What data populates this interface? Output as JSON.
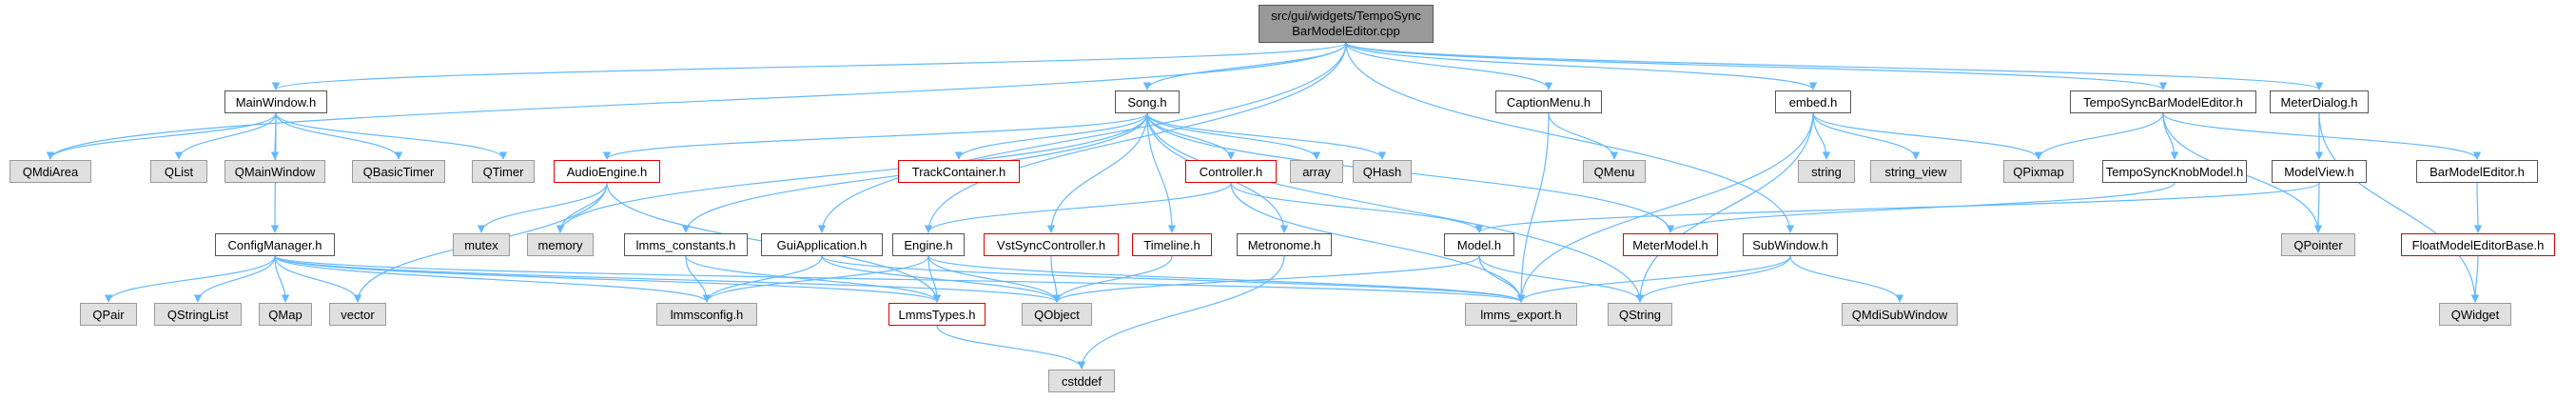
{
  "diagram": {
    "title": "src/gui/widgets/TempoSyncBarModelEditor.cpp",
    "edge_color": "#63b8ff",
    "nodes": [
      {
        "id": "root",
        "label": "src/gui/widgets/TempoSync\nBarModelEditor.cpp",
        "style": "root"
      },
      {
        "id": "mainwindow",
        "label": "MainWindow.h",
        "style": "white"
      },
      {
        "id": "song",
        "label": "Song.h",
        "style": "white"
      },
      {
        "id": "captionmenu",
        "label": "CaptionMenu.h",
        "style": "white"
      },
      {
        "id": "embed",
        "label": "embed.h",
        "style": "white"
      },
      {
        "id": "tsbme_h",
        "label": "TempoSyncBarModelEditor.h",
        "style": "white"
      },
      {
        "id": "meterdialog",
        "label": "MeterDialog.h",
        "style": "white"
      },
      {
        "id": "qmdiarea",
        "label": "QMdiArea",
        "style": "gray"
      },
      {
        "id": "qlist",
        "label": "QList",
        "style": "gray"
      },
      {
        "id": "qmainwindow",
        "label": "QMainWindow",
        "style": "gray"
      },
      {
        "id": "qbasictimer",
        "label": "QBasicTimer",
        "style": "gray"
      },
      {
        "id": "qtimer",
        "label": "QTimer",
        "style": "gray"
      },
      {
        "id": "audioengine",
        "label": "AudioEngine.h",
        "style": "red"
      },
      {
        "id": "trackcontainer",
        "label": "TrackContainer.h",
        "style": "red"
      },
      {
        "id": "controller",
        "label": "Controller.h",
        "style": "red"
      },
      {
        "id": "array",
        "label": "array",
        "style": "gray"
      },
      {
        "id": "qhash",
        "label": "QHash",
        "style": "gray"
      },
      {
        "id": "qmenu",
        "label": "QMenu",
        "style": "gray"
      },
      {
        "id": "string",
        "label": "string",
        "style": "gray"
      },
      {
        "id": "string_view",
        "label": "string_view",
        "style": "gray"
      },
      {
        "id": "qpixmap",
        "label": "QPixmap",
        "style": "gray"
      },
      {
        "id": "tsknob",
        "label": "TempoSyncKnobModel.h",
        "style": "white"
      },
      {
        "id": "barmodeleditor",
        "label": "BarModelEditor.h",
        "style": "white"
      },
      {
        "id": "modelview",
        "label": "ModelView.h",
        "style": "white"
      },
      {
        "id": "configmanager",
        "label": "ConfigManager.h",
        "style": "white"
      },
      {
        "id": "mutex",
        "label": "mutex",
        "style": "gray"
      },
      {
        "id": "memory",
        "label": "memory",
        "style": "gray"
      },
      {
        "id": "lmms_constants",
        "label": "lmms_constants.h",
        "style": "white"
      },
      {
        "id": "guiapplication",
        "label": "GuiApplication.h",
        "style": "white"
      },
      {
        "id": "engine",
        "label": "Engine.h",
        "style": "white"
      },
      {
        "id": "vstsync",
        "label": "VstSyncController.h",
        "style": "red"
      },
      {
        "id": "timeline",
        "label": "Timeline.h",
        "style": "red"
      },
      {
        "id": "metronome",
        "label": "Metronome.h",
        "style": "white"
      },
      {
        "id": "model",
        "label": "Model.h",
        "style": "white"
      },
      {
        "id": "metermodel",
        "label": "MeterModel.h",
        "style": "red"
      },
      {
        "id": "subwindow",
        "label": "SubWindow.h",
        "style": "white"
      },
      {
        "id": "qpointer",
        "label": "QPointer",
        "style": "gray"
      },
      {
        "id": "floatmodel",
        "label": "FloatModelEditorBase.h",
        "style": "red"
      },
      {
        "id": "qpair",
        "label": "QPair",
        "style": "gray"
      },
      {
        "id": "qstringlist",
        "label": "QStringList",
        "style": "gray"
      },
      {
        "id": "qmap",
        "label": "QMap",
        "style": "gray"
      },
      {
        "id": "vector",
        "label": "vector",
        "style": "gray"
      },
      {
        "id": "lmmsconfig",
        "label": "lmmsconfig.h",
        "style": "gray"
      },
      {
        "id": "lmmstypes",
        "label": "LmmsTypes.h",
        "style": "red"
      },
      {
        "id": "qobject",
        "label": "QObject",
        "style": "gray"
      },
      {
        "id": "lmms_export",
        "label": "lmms_export.h",
        "style": "gray"
      },
      {
        "id": "qstring",
        "label": "QString",
        "style": "gray"
      },
      {
        "id": "qmdisubwindow",
        "label": "QMdiSubWindow",
        "style": "gray"
      },
      {
        "id": "qwidget",
        "label": "QWidget",
        "style": "gray"
      },
      {
        "id": "cstddef",
        "label": "cstddef",
        "style": "gray"
      }
    ],
    "edges": [
      [
        "root",
        "qmdiarea"
      ],
      [
        "root",
        "mainwindow"
      ],
      [
        "root",
        "song"
      ],
      [
        "root",
        "guiapplication"
      ],
      [
        "root",
        "engine"
      ],
      [
        "root",
        "captionmenu"
      ],
      [
        "root",
        "embed"
      ],
      [
        "root",
        "subwindow"
      ],
      [
        "root",
        "tsbme_h"
      ],
      [
        "root",
        "meterdialog"
      ],
      [
        "mainwindow",
        "qmdiarea"
      ],
      [
        "mainwindow",
        "qlist"
      ],
      [
        "mainwindow",
        "qmainwindow"
      ],
      [
        "mainwindow",
        "qbasictimer"
      ],
      [
        "mainwindow",
        "qtimer"
      ],
      [
        "mainwindow",
        "configmanager"
      ],
      [
        "song",
        "audioengine"
      ],
      [
        "song",
        "trackcontainer"
      ],
      [
        "song",
        "controller"
      ],
      [
        "song",
        "array"
      ],
      [
        "song",
        "qhash"
      ],
      [
        "song",
        "lmms_constants"
      ],
      [
        "song",
        "vstsync"
      ],
      [
        "song",
        "timeline"
      ],
      [
        "song",
        "metronome"
      ],
      [
        "song",
        "metermodel"
      ],
      [
        "song",
        "qstring"
      ],
      [
        "song",
        "memory"
      ],
      [
        "captionmenu",
        "qmenu"
      ],
      [
        "captionmenu",
        "lmms_export"
      ],
      [
        "embed",
        "string"
      ],
      [
        "embed",
        "string_view"
      ],
      [
        "embed",
        "qpixmap"
      ],
      [
        "embed",
        "lmms_export"
      ],
      [
        "embed",
        "qstring"
      ],
      [
        "tsbme_h",
        "qpixmap"
      ],
      [
        "tsbme_h",
        "tsknob"
      ],
      [
        "tsbme_h",
        "barmodeleditor"
      ],
      [
        "tsbme_h",
        "qpointer"
      ],
      [
        "meterdialog",
        "modelview"
      ],
      [
        "meterdialog",
        "qwidget"
      ],
      [
        "audioengine",
        "mutex"
      ],
      [
        "audioengine",
        "memory"
      ],
      [
        "audioengine",
        "vector"
      ],
      [
        "audioengine",
        "lmmstypes"
      ],
      [
        "configmanager",
        "qpair"
      ],
      [
        "configmanager",
        "qstringlist"
      ],
      [
        "configmanager",
        "qmap"
      ],
      [
        "configmanager",
        "vector"
      ],
      [
        "configmanager",
        "lmmsconfig"
      ],
      [
        "configmanager",
        "qobject"
      ],
      [
        "configmanager",
        "lmms_export"
      ],
      [
        "configmanager",
        "lmmstypes"
      ],
      [
        "lmms_constants",
        "lmmsconfig"
      ],
      [
        "lmms_constants",
        "lmmstypes"
      ],
      [
        "guiapplication",
        "lmmsconfig"
      ],
      [
        "guiapplication",
        "qobject"
      ],
      [
        "guiapplication",
        "lmms_export"
      ],
      [
        "engine",
        "lmmsconfig"
      ],
      [
        "engine",
        "lmmstypes"
      ],
      [
        "engine",
        "qobject"
      ],
      [
        "engine",
        "lmms_export"
      ],
      [
        "controller",
        "engine"
      ],
      [
        "controller",
        "model"
      ],
      [
        "controller",
        "lmms_export"
      ],
      [
        "vstsync",
        "qobject"
      ],
      [
        "timeline",
        "qobject"
      ],
      [
        "metronome",
        "cstddef"
      ],
      [
        "model",
        "qobject"
      ],
      [
        "model",
        "qstring"
      ],
      [
        "model",
        "lmms_export"
      ],
      [
        "subwindow",
        "qmdisubwindow"
      ],
      [
        "subwindow",
        "qstring"
      ],
      [
        "subwindow",
        "lmms_export"
      ],
      [
        "tsknob",
        "metermodel"
      ],
      [
        "modelview",
        "model"
      ],
      [
        "modelview",
        "qpointer"
      ],
      [
        "barmodeleditor",
        "floatmodel"
      ],
      [
        "floatmodel",
        "qwidget"
      ],
      [
        "lmmstypes",
        "cstddef"
      ]
    ]
  }
}
